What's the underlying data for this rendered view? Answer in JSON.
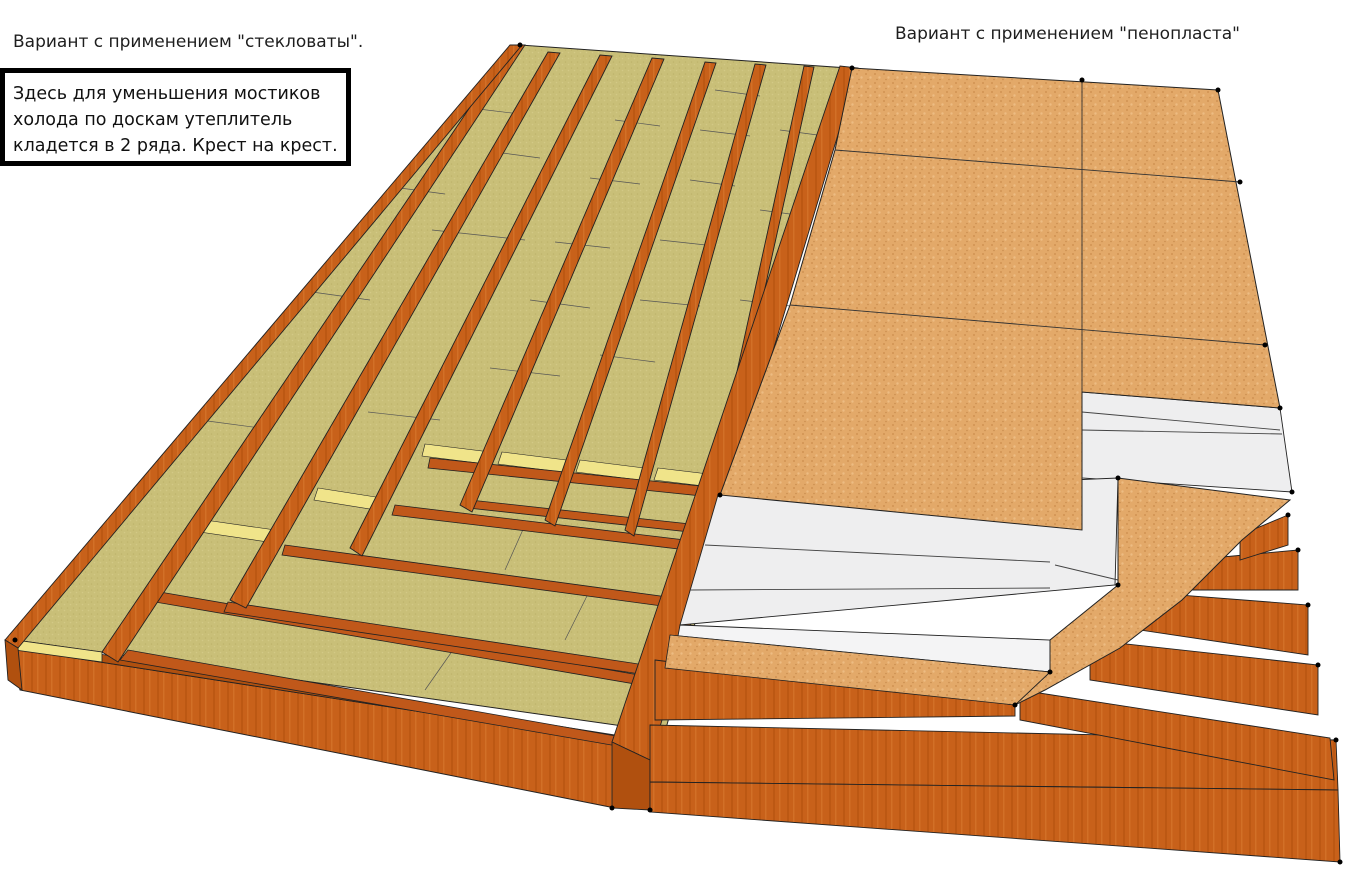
{
  "labels": {
    "left_variant": "Вариант с применением \"стекловаты\".",
    "right_variant": "Вариант с применением \"пенопласта\""
  },
  "note": {
    "lines": [
      "Здесь для уменьшения мостиков",
      "холода по доскам утеплитель",
      "кладется в 2 ряда. Крест на крест."
    ]
  },
  "colors": {
    "wood": "#c8611a",
    "wood_dark": "#8a3d0c",
    "wool": "#c9c07a",
    "wool_edge": "#f1e58a",
    "osb": "#e2a868",
    "foam": "#eeeeef",
    "outline": "#222222"
  }
}
